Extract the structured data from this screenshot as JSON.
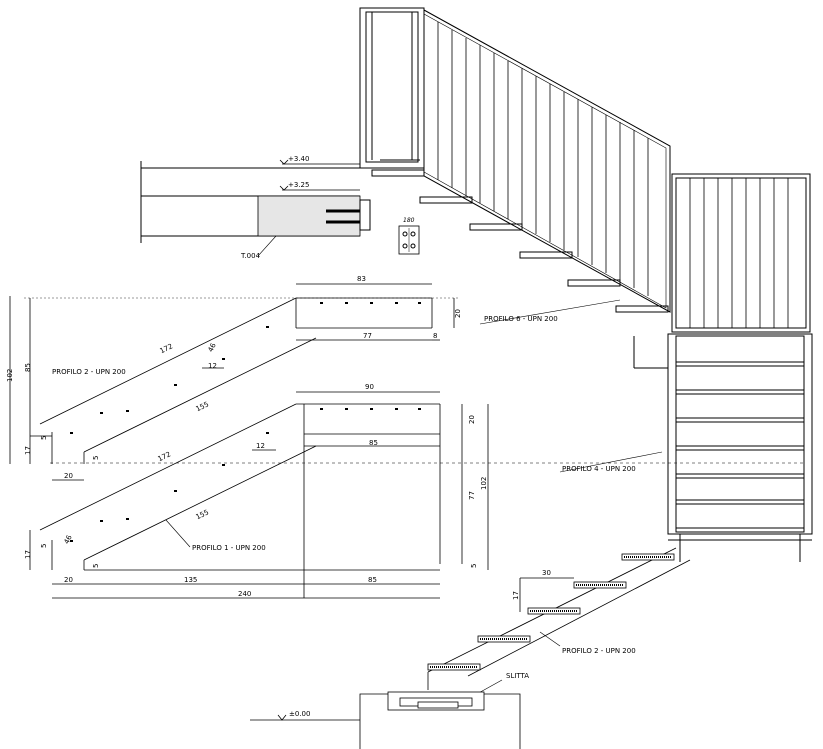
{
  "levels": {
    "top": "+3.40",
    "landing": "+3.25",
    "ground": "±0.00"
  },
  "tags": {
    "t004": "T.004",
    "detail_180": "180",
    "profilo6": "PROFILO 6 - UPN 200",
    "profilo4": "PROFILO 4 - UPN 200",
    "profilo2_right": "PROFILO 2 - UPN 200",
    "slitta": "SLITTA"
  },
  "detail_upper": {
    "title": "PROFILO 2 - UPN 200",
    "dims": {
      "top_len": "83",
      "bot_len": "77",
      "end_small": "8",
      "end_h": "20",
      "slope_top": "172",
      "slope_bot": "155",
      "angle": "46",
      "step": "12",
      "base_h": "17",
      "small_h": "5",
      "base_w": "20",
      "total_h_outer": "102",
      "total_h_inner": "85",
      "tip_small": "5"
    }
  },
  "detail_lower": {
    "title": "PROFILO 1 - UPN 200",
    "dims": {
      "top_len": "90",
      "bot_len": "85",
      "end_h": "20",
      "right_h": "77",
      "right_total": "102",
      "right_small": "5",
      "slope_top": "172",
      "slope_bot": "155",
      "angle": "46",
      "step": "12",
      "base_h": "17",
      "small_h": "5",
      "seg1": "20",
      "seg2": "135",
      "seg3": "85",
      "total": "240",
      "tip_small": "5"
    }
  },
  "detail_right": {
    "width": "30",
    "height": "17"
  }
}
